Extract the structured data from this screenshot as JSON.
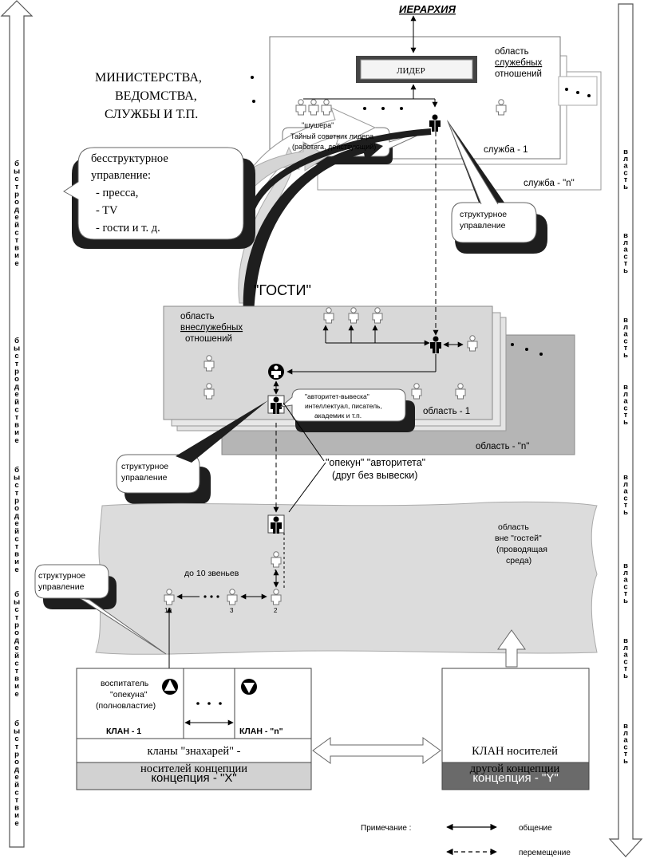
{
  "title": "ИЕРАРХИЯ",
  "leader": "ЛИДЕР",
  "service_relations": [
    "область",
    "служебных",
    "отношений"
  ],
  "ministries": [
    "МИНИСТЕРСТВА,",
    "ВЕДОМСТВА,",
    "СЛУЖБЫ И Т.П."
  ],
  "shushera": "\"шушера\"",
  "secret_advisor": [
    "Тайный советник лидера",
    "(работяга, действующий)"
  ],
  "service_1": "служба - 1",
  "service_n": "служба - \"n\"",
  "structureless": [
    "бесструктурное",
    "управление:",
    "- пресса,",
    "- TV",
    "- гости и  т. д."
  ],
  "structural_control": [
    "структурное",
    "управление"
  ],
  "guests": "\"ГОСТИ\"",
  "nonservice_relations": [
    "область",
    "внеслужебных",
    "отношений"
  ],
  "authority_sign": [
    "\"авторитет-вывеска\"",
    "интеллектуал, писатель,",
    "академик и т.п."
  ],
  "area_1": "область - 1",
  "area_n": "область - \"n\"",
  "guardian": [
    "\"опекун\" \"авторитета\"",
    "(друг без вывески)"
  ],
  "outside_guests": [
    "область",
    "вне \"гостей\"",
    "(проводящая",
    "среда)"
  ],
  "chain_label": "до 10 звеньев",
  "chain_numbers": [
    "1",
    "2",
    "3",
    "10"
  ],
  "educator": [
    "воспитатель",
    "\"опекуна\"",
    "(полновластие)"
  ],
  "clan_1": "КЛАН  - 1",
  "clan_n": "КЛАН - \"n\"",
  "clans_healers": [
    "кланы \"знахарей\" -",
    "носителей концепции"
  ],
  "concept_x": "концепция - \"X\"",
  "clan_other": [
    "КЛАН носителей",
    "другой концепции"
  ],
  "concept_y": "концепция - \"Y\"",
  "note": "Примечание :",
  "legend_communication": "общение",
  "legend_movement": "перемещение",
  "left_axis": "быстродействие",
  "right_axis": "власть",
  "colors": {
    "area_fill": "#d8d8d8",
    "concept_x_fill": "#d2d2d2",
    "concept_y_fill": "#6a6a6a",
    "shadow": "#1e1e1e"
  }
}
